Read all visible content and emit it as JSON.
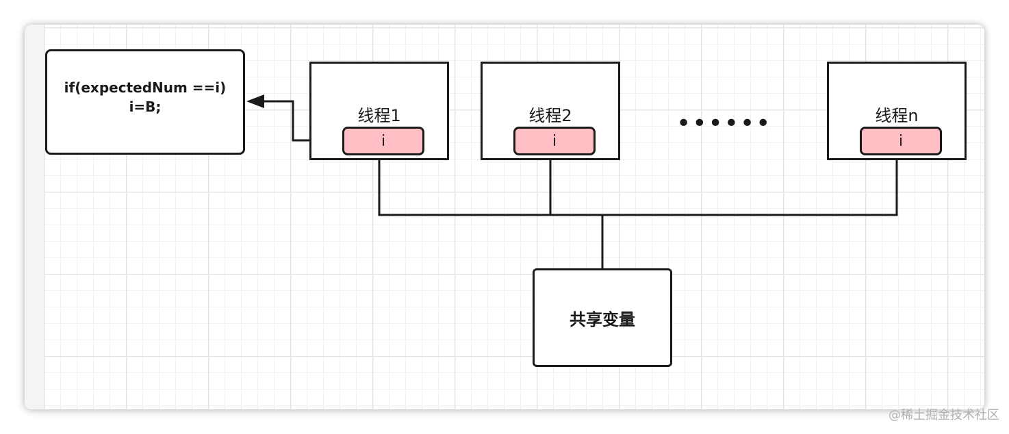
{
  "code_box": {
    "line1": "if(expectedNum ==i)",
    "line2": "i=B;"
  },
  "threads": [
    {
      "label": "线程1",
      "var": "i"
    },
    {
      "label": "线程2",
      "var": "i"
    },
    {
      "label": "线程n",
      "var": "i"
    }
  ],
  "ellipsis": "••••••",
  "shared": {
    "label": "共享变量"
  },
  "watermark": "@稀土掘金技术社区",
  "colors": {
    "pill_fill": "#ffbfc5",
    "stroke": "#1a1a1a"
  }
}
